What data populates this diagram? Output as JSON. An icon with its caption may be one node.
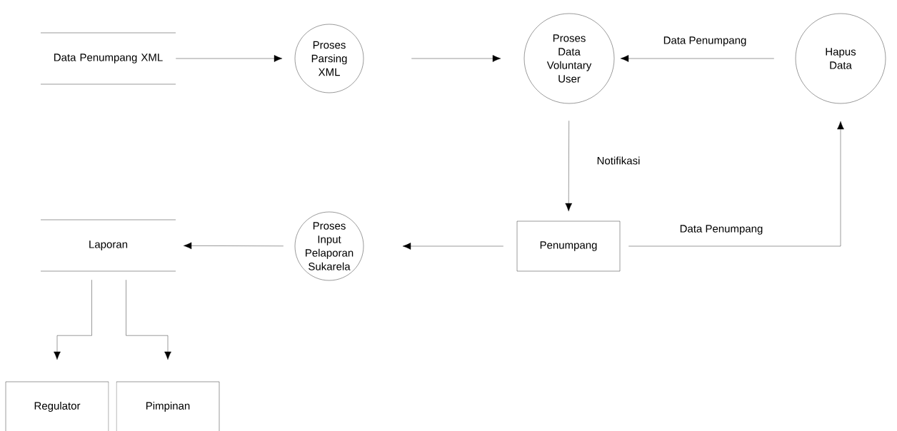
{
  "diagram": {
    "nodes": [
      {
        "text": [
          "Data Penumpang XML"
        ]
      },
      {
        "text": [
          "Proses Parsing XML"
        ]
      },
      {
        "text": [
          "Proses Data Voluntary User"
        ]
      },
      {
        "text": [
          "Hapus Data"
        ]
      },
      {
        "text": [
          "Penumpang"
        ]
      },
      {
        "text": [
          "Proses Input Pelaporan Sukarela"
        ]
      },
      {
        "text": [
          "Laporan"
        ]
      },
      {
        "text": [
          "Regulator"
        ]
      },
      {
        "text": [
          "Pimpinan"
        ]
      }
    ],
    "edges": [
      {
        "from": 0,
        "to": 1,
        "arrow": "to"
      },
      {
        "from": 1,
        "to": 2,
        "arrow": "to"
      },
      {
        "from": 3,
        "to": 2,
        "arrow": "to",
        "label": "Data Penumpang"
      },
      {
        "from": 2,
        "to": 4,
        "arrow": "to",
        "label": "Notifikasi"
      },
      {
        "from": 4,
        "to": 3,
        "arrow": "to",
        "label": "Data Penumpang"
      },
      {
        "from": 4,
        "to": 5,
        "arrow": "to"
      },
      {
        "from": 5,
        "to": 6,
        "arrow": "to"
      },
      {
        "from": 6,
        "to": 7,
        "arrow": "to"
      },
      {
        "from": 6,
        "to": 8,
        "arrow": "to"
      }
    ]
  }
}
